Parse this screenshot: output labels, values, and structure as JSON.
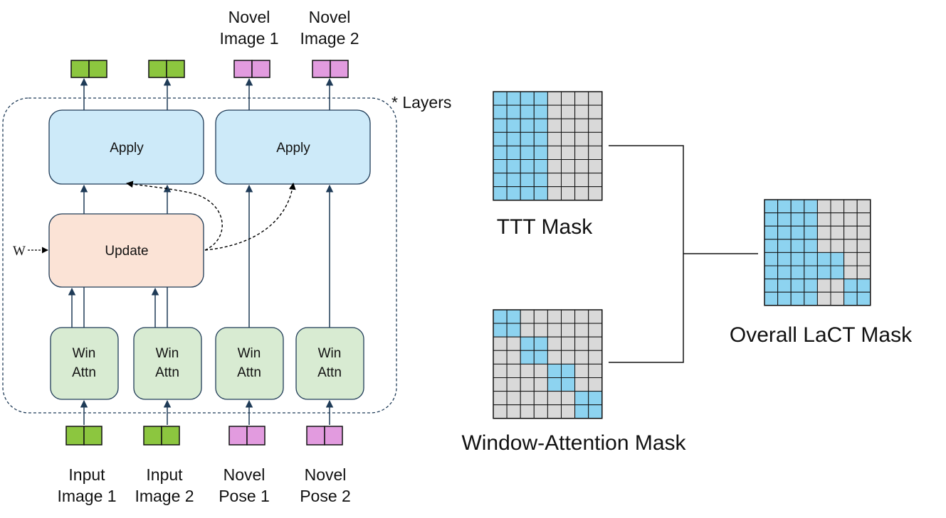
{
  "outputs_top": [
    {
      "line1": "",
      "line2": ""
    },
    {
      "line1": "",
      "line2": ""
    },
    {
      "line1": "Novel",
      "line2": "Image 1"
    },
    {
      "line1": "Novel",
      "line2": "Image 2"
    }
  ],
  "inputs_bottom": [
    {
      "line1": "Input",
      "line2": "Image 1"
    },
    {
      "line1": "Input",
      "line2": "Image 2"
    },
    {
      "line1": "Novel",
      "line2": "Pose 1"
    },
    {
      "line1": "Novel",
      "line2": "Pose 2"
    }
  ],
  "layers_label": "* Layers",
  "apply_label": "Apply",
  "update_label": "Update",
  "w_label": "W",
  "win_attn_label": {
    "line1": "Win",
    "line2": "Attn"
  },
  "masks": {
    "ttt_label": "TTT Mask",
    "window_label": "Window-Attention Mask",
    "overall_label": "Overall LaCT Mask",
    "grid_size": 8,
    "ttt_pattern": [
      "11110000",
      "11110000",
      "11110000",
      "11110000",
      "11110000",
      "11110000",
      "11110000",
      "11110000"
    ],
    "window_pattern": [
      "11000000",
      "11000000",
      "00110000",
      "00110000",
      "00001100",
      "00001100",
      "00000011",
      "00000011"
    ],
    "overall_pattern": [
      "11110000",
      "11110000",
      "11110000",
      "11110000",
      "11111100",
      "11111100",
      "11110011",
      "11110011"
    ]
  },
  "colors": {
    "green_token": "#8cc63f",
    "pink_token": "#e29bdf",
    "apply_fill": "#cdeaf9",
    "update_fill": "#fbe3d6",
    "winattn_fill": "#d8ebd2",
    "mask_on": "#8dd3f0",
    "mask_off": "#d9d9d9",
    "line": "#1f3b57"
  }
}
